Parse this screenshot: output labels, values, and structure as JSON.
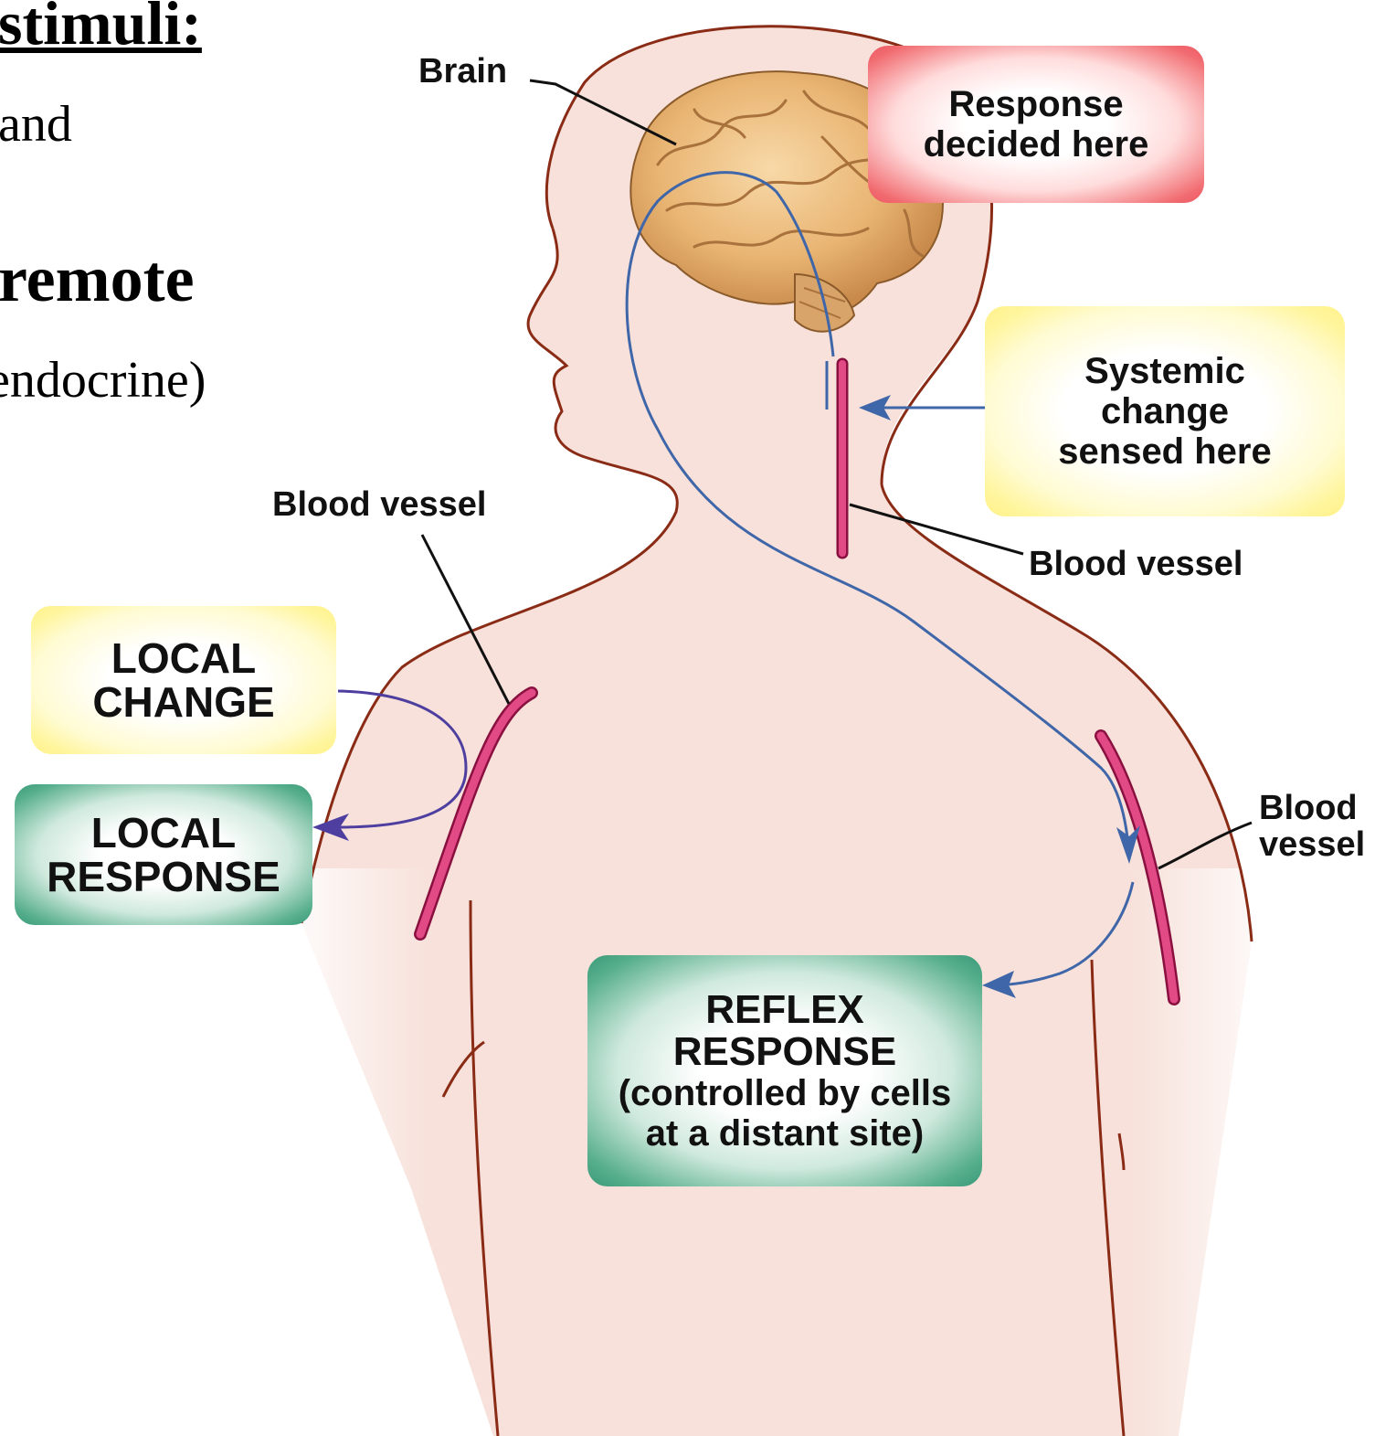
{
  "slide_text": {
    "heading": "stimuli:",
    "line_and": "and",
    "line_remote": "remote",
    "line_endocrine": "endocrine)"
  },
  "labels": {
    "brain": "Brain",
    "blood_vessel_upper_left": "Blood vessel",
    "blood_vessel_neck": "Blood vessel",
    "blood_vessel_right_line1": "Blood",
    "blood_vessel_right_line2": "vessel"
  },
  "boxes": {
    "response_decided": [
      "Response",
      "decided here"
    ],
    "systemic_change": [
      "Systemic",
      "change",
      "sensed here"
    ],
    "local_change": [
      "LOCAL",
      "CHANGE"
    ],
    "local_response": [
      "LOCAL",
      "RESPONSE"
    ],
    "reflex_response": [
      "REFLEX",
      "RESPONSE",
      "(controlled by cells",
      "at a distant site)"
    ]
  },
  "colors": {
    "skin": "#f7e1da",
    "outline": "#8a2b16",
    "nerve_path": "#3f66a8",
    "local_path": "#4d3ea0",
    "vessel": "#d23777",
    "leader_line": "#111111"
  }
}
